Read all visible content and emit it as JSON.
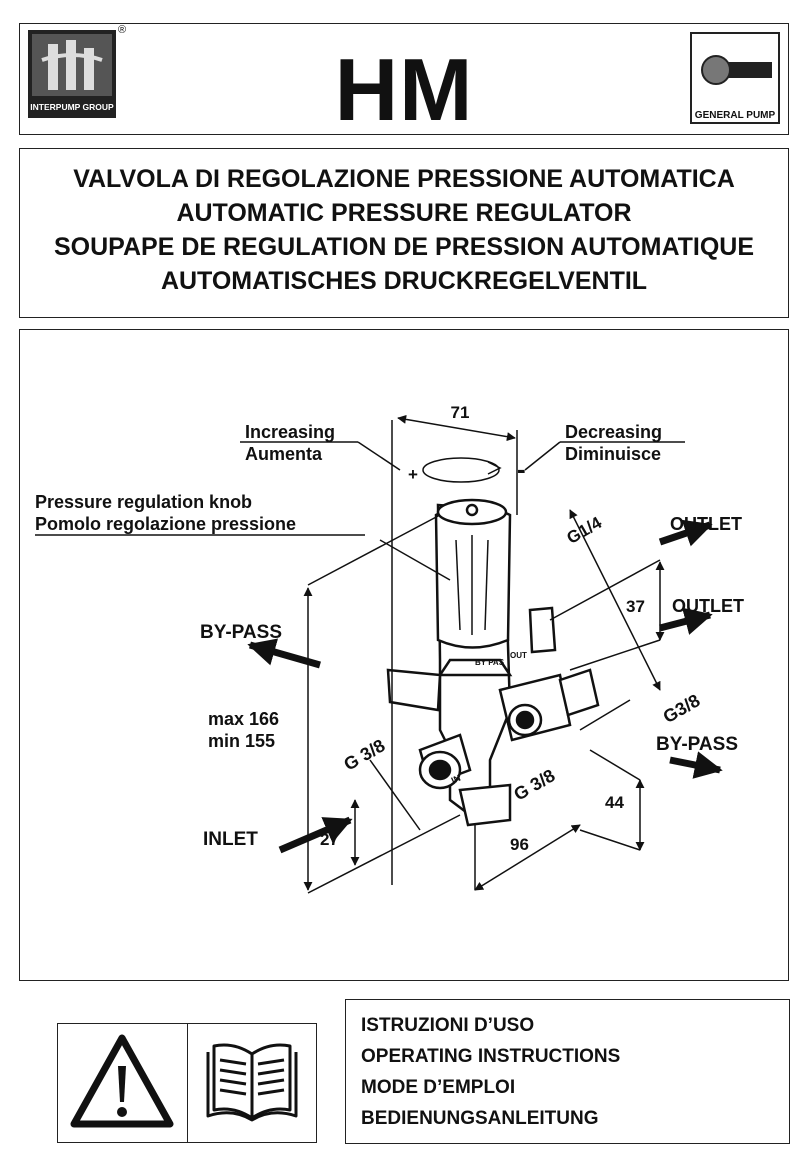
{
  "header": {
    "model": "HM",
    "brand_tagline": "INTERPUMP GROUP",
    "registered_mark": "®",
    "partner_logo_text": "GENERAL PUMP"
  },
  "titles": [
    "VALVOLA DI REGOLAZIONE PRESSIONE AUTOMATICA",
    "AUTOMATIC PRESSURE REGULATOR",
    "SOUPAPE DE REGULATION DE PRESSION AUTOMATIQUE",
    "AUTOMATISCHES DRUCKREGELVENTIL"
  ],
  "drawing": {
    "width_top": "71",
    "increasing": "Increasing",
    "increasing_it": "Aumenta",
    "decreasing": "Decreasing",
    "decreasing_it": "Diminuisce",
    "plus": "+",
    "minus": "-",
    "knob_en": "Pressure regulation knob",
    "knob_it": "Pomolo regolazione pressione",
    "thread_top": "G1/4",
    "outlet_1": "OUTLET",
    "outlet_2": "OUTLET",
    "outlet_spacing": "37",
    "bypass_left": "BY-PASS",
    "thread_right": "G3/8",
    "bypass_right": "BY-PASS",
    "height_max": "max 166",
    "height_min": "min 155",
    "thread_inlet": "G 3/8",
    "thread_bottom": "G 3/8",
    "inlet": "INLET",
    "dim_27": "27",
    "dim_96": "96",
    "dim_44": "44",
    "body_in": "IN",
    "body_bypass": "BY PAS",
    "body_out": "OUT"
  },
  "instructions": [
    "ISTRUZIONI D’USO",
    "OPERATING INSTRUCTIONS",
    "MODE D’EMPLOI",
    "BEDIENUNGSANLEITUNG"
  ],
  "icons": {
    "warning": "warning-triangle-icon",
    "manual": "open-book-icon"
  }
}
